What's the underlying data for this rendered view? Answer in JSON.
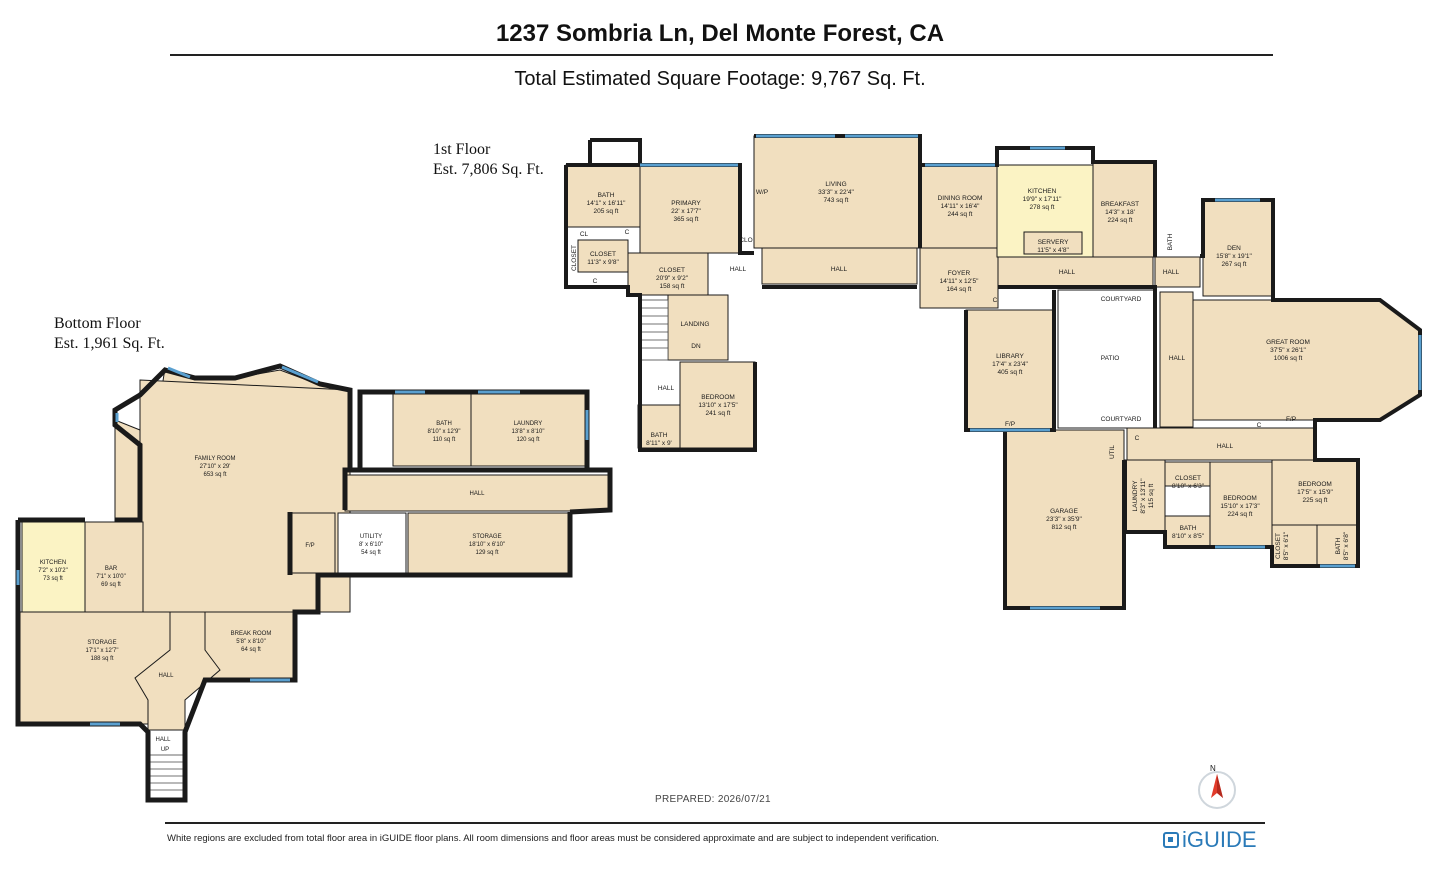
{
  "header": {
    "address": "1237 Sombria Ln, Del Monte Forest, CA",
    "total": "Total Estimated Square Footage: 9,767 Sq. Ft."
  },
  "floors": {
    "first": {
      "name": "1st Floor",
      "area": "Est. 7,806 Sq. Ft."
    },
    "bottom": {
      "name": "Bottom Floor",
      "area": "Est. 1,961 Sq. Ft."
    }
  },
  "rooms": {
    "bath_primary": {
      "name": "BATH",
      "dim": "14'1\" x 16'11\"",
      "area": "205 sq ft"
    },
    "primary": {
      "name": "PRIMARY",
      "dim": "22' x 17'7\"",
      "area": "365 sq ft"
    },
    "living": {
      "name": "LIVING",
      "dim": "33'3\" x 22'4\"",
      "area": "743 sq ft"
    },
    "dining": {
      "name": "DINING ROOM",
      "dim": "14'11\" x 16'4\"",
      "area": "244 sq ft"
    },
    "kitchen": {
      "name": "KITCHEN",
      "dim": "19'9\" x 17'11\"",
      "area": "278 sq ft"
    },
    "breakfast": {
      "name": "BREAKFAST",
      "dim": "14'3\" x 18'",
      "area": "224 sq ft"
    },
    "servery": {
      "name": "SERVERY",
      "dim": "11'5\" x 4'8\""
    },
    "den": {
      "name": "DEN",
      "dim": "15'8\" x 19'1\"",
      "area": "267 sq ft"
    },
    "closet_cl": {
      "name": "CLOSET",
      "dim": "11'3\" x 9'8\""
    },
    "closet_big": {
      "name": "CLOSET",
      "dim": "20'9\" x 9'2\"",
      "area": "158 sq ft"
    },
    "foyer": {
      "name": "FOYER",
      "dim": "14'11\" x 12'5\"",
      "area": "164 sq ft"
    },
    "library": {
      "name": "LIBRARY",
      "dim": "17'4\" x 23'4\"",
      "area": "405 sq ft"
    },
    "patio": {
      "name": "PATIO"
    },
    "courtyard_top": {
      "name": "COURTYARD"
    },
    "courtyard_bottom": {
      "name": "COURTYARD"
    },
    "great_room": {
      "name": "GREAT ROOM",
      "dim": "37'5\" x 26'1\"",
      "area": "1006 sq ft"
    },
    "landing": {
      "name": "LANDING"
    },
    "bedroom_a": {
      "name": "BEDROOM",
      "dim": "13'10\" x 17'5\"",
      "area": "241 sq ft"
    },
    "bath_small": {
      "name": "BATH",
      "dim": "8'11\" x 9'"
    },
    "garage": {
      "name": "GARAGE",
      "dim": "23'3\" x 35'9\"",
      "area": "812 sq ft"
    },
    "laundry_1": {
      "name": "LAUNDRY",
      "dim": "8'3\" x 13'11\"",
      "area": "115 sq ft"
    },
    "closet_c": {
      "name": "CLOSET",
      "dim": "8'10\" x 6'3\""
    },
    "bath_c": {
      "name": "BATH",
      "dim": "8'10\" x 8'5\""
    },
    "bedroom_b": {
      "name": "BEDROOM",
      "dim": "15'10\" x 17'3\"",
      "area": "224 sq ft"
    },
    "bedroom_c": {
      "name": "BEDROOM",
      "dim": "17'5\" x 15'9\"",
      "area": "225 sq ft"
    },
    "closet_d": {
      "name": "CLOSET",
      "dim": "8'5\" x 6'1\""
    },
    "bath_d": {
      "name": "BATH",
      "dim": "8'5\" x 6'8\""
    },
    "family_room": {
      "name": "FAMILY ROOM",
      "dim": "27'10\" x 29'",
      "area": "653 sq ft"
    },
    "bath_b": {
      "name": "BATH",
      "dim": "8'10\" x 12'9\"",
      "area": "110 sq ft"
    },
    "laundry_b": {
      "name": "LAUNDRY",
      "dim": "13'8\" x 8'10\"",
      "area": "120 sq ft"
    },
    "utility": {
      "name": "UTILITY",
      "dim": "8' x 6'10\"",
      "area": "54 sq ft"
    },
    "storage_b": {
      "name": "STORAGE",
      "dim": "18'10\" x 6'10\"",
      "area": "129 sq ft"
    },
    "kitchen_b": {
      "name": "KITCHEN",
      "dim": "7'2\" x 10'2\"",
      "area": "73 sq ft"
    },
    "bar": {
      "name": "BAR",
      "dim": "7'1\" x 10'0\"",
      "area": "69 sq ft"
    },
    "storage_c": {
      "name": "STORAGE",
      "dim": "17'1\" x 12'7\"",
      "area": "188 sq ft"
    },
    "break_room": {
      "name": "BREAK ROOM",
      "dim": "5'8\" x 8'10\"",
      "area": "64 sq ft"
    }
  },
  "labels": {
    "hall": "HALL",
    "dn": "DN",
    "up": "UP",
    "fp": "F/P",
    "c": "C",
    "cl": "CL",
    "clo": "CLO",
    "closet": "CLOSET",
    "wp": "W/P",
    "util": "UTIL",
    "bath": "BATH"
  },
  "footer": {
    "prepared": "PREPARED: 2026/07/21",
    "disclaimer": "White regions are excluded from total floor area in iGUIDE floor plans. All room dimensions and floor areas must be considered approximate and are subject to independent verification.",
    "brand": "iGUIDE",
    "compass_n": "N"
  },
  "colors": {
    "room": "#f1dfbf",
    "kitchen": "#fbf3c4",
    "wall": "#1a1a1a",
    "window": "#5aa0d0",
    "white": "#ffffff"
  }
}
